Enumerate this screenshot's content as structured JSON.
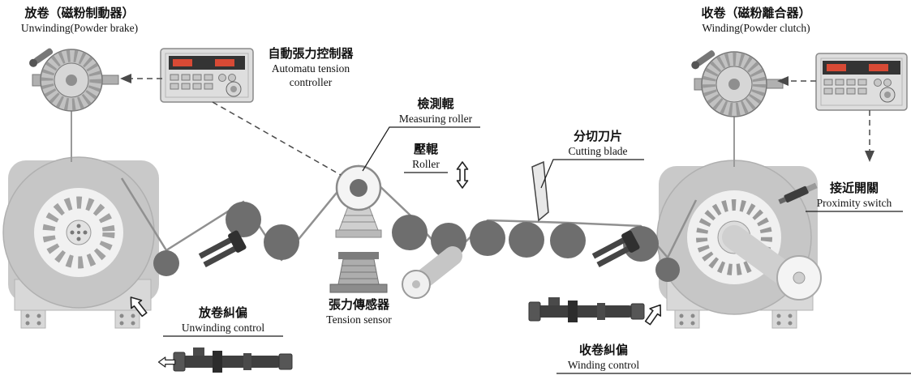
{
  "title": "Slitting machine tension control system diagram",
  "labels": {
    "unwinding": {
      "zh": "放卷（磁粉制動器）",
      "en": "Unwinding(Powder brake)"
    },
    "tension_controller": {
      "zh": "自動張力控制器",
      "en": "Automatu tension controller"
    },
    "measuring_roller": {
      "zh": "檢測輥",
      "en": "Measuring roller"
    },
    "pressure_roller": {
      "zh": "壓輥",
      "en": "Roller"
    },
    "cutting_blade": {
      "zh": "分切刀片",
      "en": "Cutting blade"
    },
    "winding": {
      "zh": "收卷（磁粉離合器）",
      "en": "Winding(Powder clutch)"
    },
    "proximity_switch": {
      "zh": "接近開關",
      "en": "Proximity switch"
    },
    "unwinding_control": {
      "zh": "放卷糾偏",
      "en": "Unwinding control"
    },
    "tension_sensor": {
      "zh": "張力傳感器",
      "en": "Tension sensor"
    },
    "winding_control": {
      "zh": "收卷糾偏",
      "en": "Winding control"
    }
  },
  "colors": {
    "background": "#ffffff",
    "machine_gray": "#c9c9c9",
    "machine_light": "#d8d8d8",
    "roller_gray": "#6e6e6e",
    "web_line": "#909090",
    "device_dark": "#3f3f3f",
    "display_bg": "#343434",
    "display_digits": "#d84a35"
  }
}
